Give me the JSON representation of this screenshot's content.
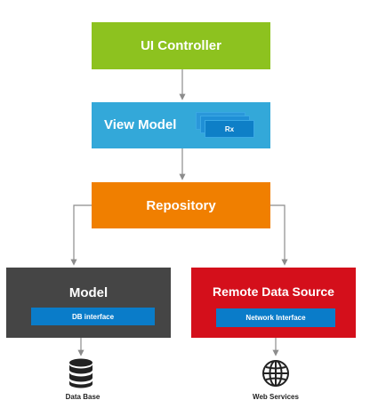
{
  "nodes": {
    "ui_controller": "UI Controller",
    "view_model": "View Model",
    "rx": "Rx",
    "repository": "Repository",
    "model": "Model",
    "db_interface": "DB interface",
    "remote_data_source": "Remote Data Source",
    "network_interface": "Network Interface"
  },
  "endpoints": {
    "database": {
      "label": "Data Base",
      "icon": "database-icon"
    },
    "web_services": {
      "label": "Web Services",
      "icon": "globe-icon"
    }
  },
  "colors": {
    "ui_controller": "#8dc21f",
    "view_model": "#33a8d9",
    "repository": "#f07f00",
    "model": "#454545",
    "remote_data_source": "#d40f1b",
    "interface_bar": "#0a7cc9",
    "connector": "#8c8c8c"
  }
}
